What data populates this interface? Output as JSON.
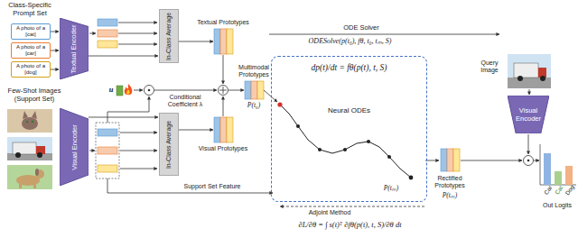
{
  "diagram": {
    "nodes": [
      {
        "text": [
          "A photo of a [cat]"
        ]
      },
      {
        "text": [
          "A photo of a [car]"
        ]
      },
      {
        "text": [
          "A photo of a [dog]"
        ]
      },
      {
        "text": [
          "Textual Encoder"
        ]
      },
      {
        "text": [
          "Visual Encoder"
        ]
      },
      {
        "text": [
          "In-Class Average"
        ]
      },
      {
        "text": [
          "In-Class Average"
        ]
      },
      {
        "text": [
          "dp(t)/dt = fθ(p(t), t, S)",
          "Neural ODEs"
        ]
      },
      {
        "text": [
          "Visual Encoder"
        ]
      }
    ],
    "edges": [
      {
        "from": 0,
        "to": 3,
        "arrow": "to"
      },
      {
        "from": 1,
        "to": 3,
        "arrow": "to"
      },
      {
        "from": 2,
        "to": 3,
        "arrow": "to"
      },
      {
        "from": 3,
        "to": 5,
        "arrow": "to"
      },
      {
        "from": 4,
        "to": 6,
        "arrow": "to"
      }
    ],
    "labels": [
      "Class-Specific Prompt Set",
      "Few-Shot Images (Support Set)",
      "Textual Prototypes",
      "Visual Prototypes",
      "u",
      "Conditional Coefficient λ",
      "Multimodal Prototypes",
      "P(t₀)",
      "ODE Solver",
      "ODESolve(p(t₀), fθ, t₀, tₘ, S)",
      "P(tₘ)",
      "Support Set Feature",
      "Query Image",
      "Rectified Prototypes",
      "P(tₘ)",
      "Car",
      "Cat",
      "Dog",
      "Out Logits",
      "Adjoint Method",
      "∂L/∂θ = ∫ s(t)ᵀ ∂fθ(p(t), t, S)/∂θ dt"
    ]
  }
}
